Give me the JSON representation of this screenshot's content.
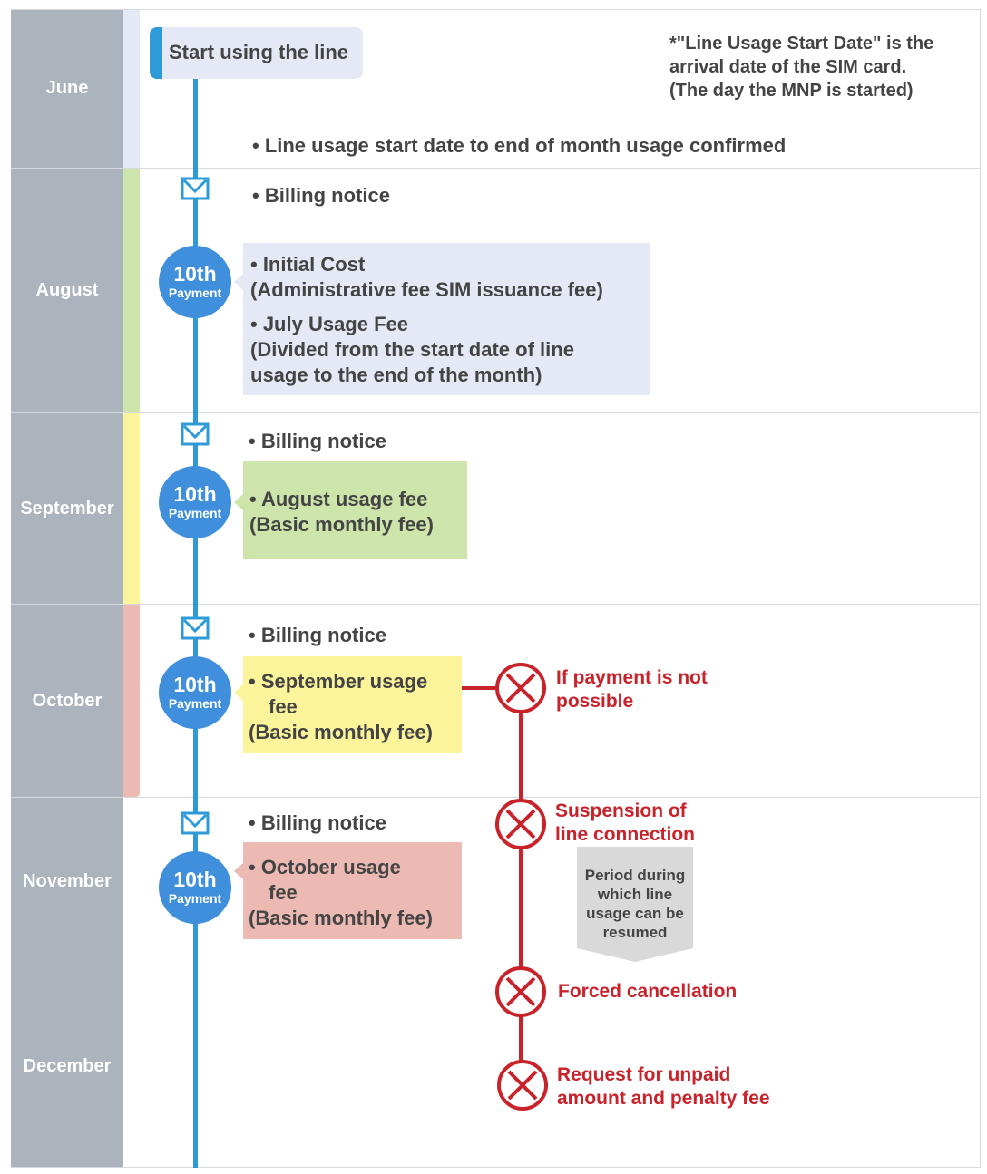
{
  "months": [
    "June",
    "August",
    "September",
    "October",
    "November",
    "December"
  ],
  "start_label": "Start using the line",
  "note_lines": [
    "*\"Line Usage Start Date\" is the",
    "arrival date of the SIM card.",
    "(The day the MNP is started)"
  ],
  "usage_confirmed": "• Line usage start date to end of month usage confirmed",
  "billing_notice": "• Billing notice",
  "payment": {
    "day": "10th",
    "label": "Payment"
  },
  "august_box": {
    "line1": "•  Initial Cost",
    "line2": "(Administrative fee SIM issuance fee)",
    "line3": "•  July Usage Fee",
    "line4": "(Divided from the start date of line",
    "line5": "usage to the end of the month)"
  },
  "september_box": {
    "line1": "•  August usage fee",
    "line2": "(Basic monthly fee)"
  },
  "october_box": {
    "line1": "•  September usage",
    "line2": "fee",
    "line3": "(Basic monthly fee)"
  },
  "november_box": {
    "line1": "•  October usage",
    "line2": "fee",
    "line3": "(Basic monthly fee)"
  },
  "failure": {
    "not_possible": [
      "If payment is not",
      "possible"
    ],
    "suspension": [
      "Suspension of",
      "line connection"
    ],
    "resume_period": [
      "Period during",
      "which line",
      "usage can be",
      "resumed"
    ],
    "forced": "Forced cancellation",
    "request": [
      "Request for unpaid",
      "amount and penalty fee"
    ]
  },
  "colors": {
    "month_bg": "#abb4bc",
    "timeline": "#2e9ad8",
    "payment": "#3f8fdc",
    "august": "#e4e9f5",
    "september": "#cde4ab",
    "october": "#fbf49b",
    "november": "#ecbab3",
    "danger": "#c8222b"
  }
}
